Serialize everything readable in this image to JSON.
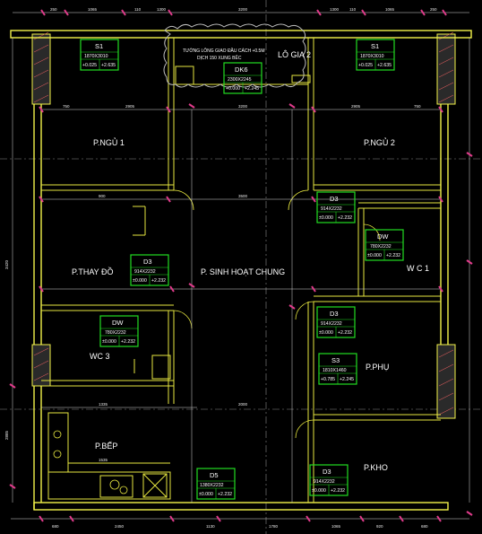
{
  "rooms": {
    "ngu1": "P.NGỦ 1",
    "ngu2": "P.NGỦ 2",
    "thaydo": "P.THAY ĐỒ",
    "sinhhoat": "P. SINH HOẠT CHUNG",
    "wc1": "W C 1",
    "wc3": "WC 3",
    "phu": "P.PHỤ",
    "bep": "P.BẾP",
    "kho": "P.KHO",
    "logia": "LÔ GIA 2"
  },
  "notes": {
    "logia_note_1": "TƯỜNG LÔNG GIAO ĐẦU CÁCH +0.5M",
    "logia_note_2": "DỊCH 150 XUNG BÊC"
  },
  "tags": {
    "s1_left": {
      "code": "S1",
      "size": "1870X3010",
      "level": "+0.025",
      "top": "+2.635"
    },
    "s1_right": {
      "code": "S1",
      "size": "1870X3010",
      "level": "+0.025",
      "top": "+2.635"
    },
    "dk6": {
      "code": "DK6",
      "size": "2300X2245",
      "level": "+0.000",
      "top": "+2.245"
    },
    "d3_wc1": {
      "code": "D3",
      "size": "914X2232",
      "level": "±0.000",
      "top": "+2.232"
    },
    "dw_wc1": {
      "code": "DW",
      "size": "780X2232",
      "level": "±0.000",
      "top": "+2.232"
    },
    "d3_thaydo": {
      "code": "D3",
      "size": "914X2232",
      "level": "±0.000",
      "top": "+2.232"
    },
    "dw_wc3": {
      "code": "DW",
      "size": "780X2232",
      "level": "±0.000",
      "top": "+2.232"
    },
    "d3_phu": {
      "code": "D3",
      "size": "914X2232",
      "level": "±0.000",
      "top": "+2.232"
    },
    "s3_phu": {
      "code": "S3",
      "size": "1810X1460",
      "level": "+0.785",
      "top": "+2.245"
    },
    "d5_bep": {
      "code": "D5",
      "size": "1380X2232",
      "level": "±0.000",
      "top": "+2.232"
    },
    "d3_kho": {
      "code": "D3",
      "size": "914X2232",
      "level": "±0.000",
      "top": "+2.232"
    }
  },
  "dimensions": {
    "top": [
      "250",
      "1065",
      "110",
      "1300",
      "3200",
      "1300",
      "110",
      "1065",
      "250"
    ],
    "bottom": [
      "680",
      "2450",
      "1130",
      "1780",
      "1065",
      "920",
      "680"
    ],
    "left_side": [
      "3420",
      "2885"
    ],
    "misc": [
      "3500",
      "750",
      "2905",
      "3200",
      "2905",
      "750",
      "900",
      "1335",
      "2000",
      "1535"
    ]
  },
  "colors": {
    "background": "#000000",
    "wall": "#f2f24a",
    "tag_box": "#22dd22",
    "dimension_tick": "#e03b8b",
    "text": "#ffffff"
  }
}
